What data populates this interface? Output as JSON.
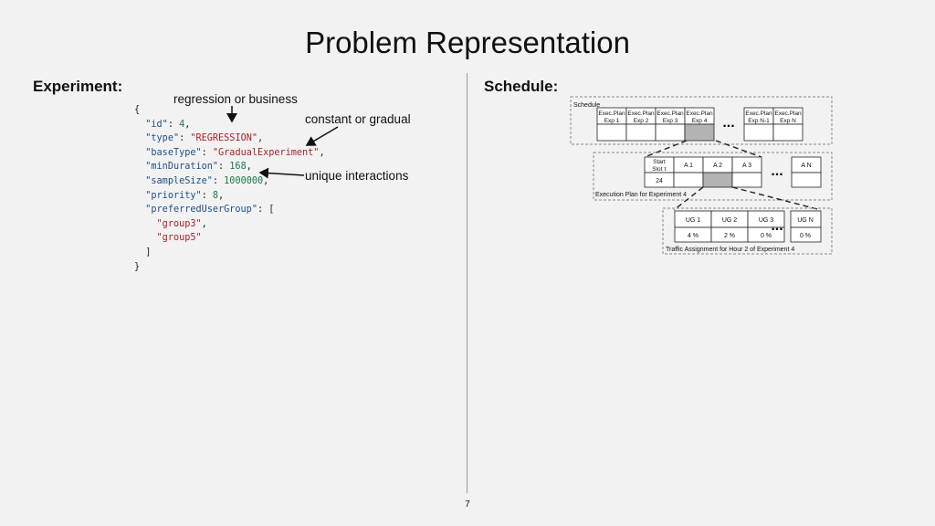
{
  "title": "Problem Representation",
  "left": {
    "heading": "Experiment:",
    "annotations": {
      "type_note": "regression or business",
      "basetype_note": "constant or gradual",
      "samplesize_note": "unique interactions"
    },
    "json_lines": [
      {
        "open": "{"
      },
      {
        "key": "\"id\"",
        "value": "4",
        "vtype": "n",
        "tail": ","
      },
      {
        "key": "\"type\"",
        "value": "\"REGRESSION\"",
        "vtype": "s",
        "tail": ","
      },
      {
        "key": "\"baseType\"",
        "value": "\"GradualExperiment\"",
        "vtype": "s",
        "tail": ","
      },
      {
        "key": "\"minDuration\"",
        "value": "168",
        "vtype": "n",
        "tail": ","
      },
      {
        "key": "\"sampleSize\"",
        "value": "1000000",
        "vtype": "n",
        "tail": ","
      },
      {
        "key": "\"priority\"",
        "value": "8",
        "vtype": "n",
        "tail": ","
      },
      {
        "key": "\"preferredUserGroup\"",
        "value": "[",
        "vtype": "p",
        "tail": ""
      },
      {
        "item": "\"group3\"",
        "tail": ","
      },
      {
        "item": "\"group5\"",
        "tail": ""
      },
      {
        "close": "]",
        "indent": 1
      },
      {
        "close": "}",
        "indent": 0
      }
    ]
  },
  "right": {
    "heading": "Schedule:",
    "schedule": {
      "label": "Schedule",
      "columns": [
        {
          "line1": "Exec.Plan",
          "line2": "Exp 1",
          "filled": false
        },
        {
          "line1": "Exec.Plan",
          "line2": "Exp 2",
          "filled": false
        },
        {
          "line1": "Exec.Plan",
          "line2": "Exp 3",
          "filled": false
        },
        {
          "line1": "Exec.Plan",
          "line2": "Exp 4",
          "filled": true
        }
      ],
      "ellipsis": "...",
      "tail_columns": [
        {
          "line1": "Exec.Plan",
          "line2": "Exp N-1",
          "filled": false
        },
        {
          "line1": "Exec.Plan",
          "line2": "Exp N",
          "filled": false
        }
      ]
    },
    "execution_plan": {
      "label": "Execution Plan for Experiment 4",
      "start_header_1": "Start",
      "start_header_2": "Slot τ",
      "start_value": "24",
      "columns": [
        {
          "label": "A 1",
          "filled": false
        },
        {
          "label": "A 2",
          "filled": true
        },
        {
          "label": "A 3",
          "filled": false
        }
      ],
      "ellipsis": "...",
      "tail_column": {
        "label": "A N",
        "filled": false
      }
    },
    "traffic": {
      "label": "Traffic Assignment for Hour 2 of Experiment 4",
      "columns": [
        {
          "label": "UG 1",
          "value": "4 %"
        },
        {
          "label": "UG 2",
          "value": "2 %"
        },
        {
          "label": "UG 3",
          "value": "0 %"
        }
      ],
      "ellipsis": "...",
      "tail_column": {
        "label": "UG N",
        "value": "0 %"
      }
    }
  },
  "page_number": "7"
}
